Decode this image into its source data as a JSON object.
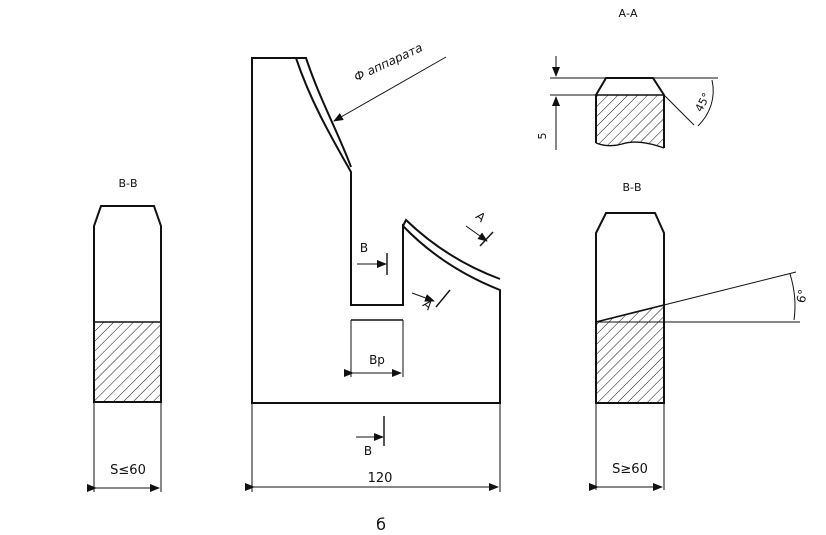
{
  "labels": {
    "section_aa": "А-А",
    "section_bb_left": "В-В",
    "section_bb_right": "В-В",
    "apparatus": "Ф аппарата",
    "dim_5": "5",
    "angle_45": "45°",
    "angle_6": "6°",
    "marker_a_top": "А",
    "marker_a_mid": "А",
    "marker_v_mid": "В",
    "marker_v_bottom": "В",
    "dim_vr": "Вр",
    "dim_120": "120",
    "s_le_60": "S≤60",
    "s_ge_60": "S≥60",
    "figure_letter": "б"
  }
}
